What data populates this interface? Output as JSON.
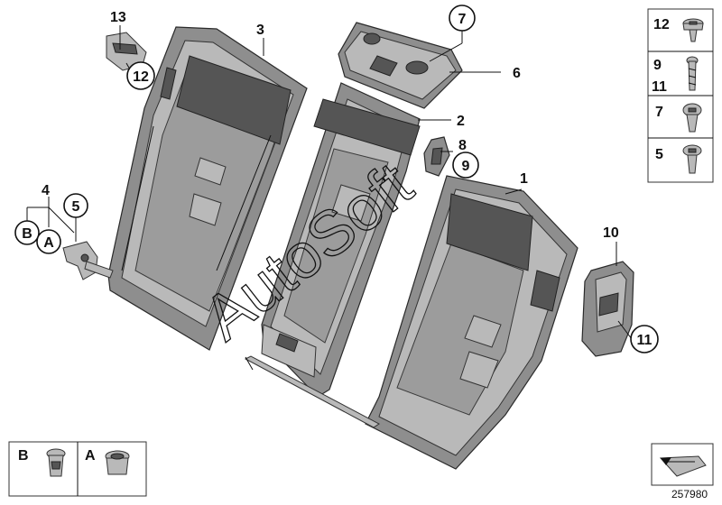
{
  "callouts": {
    "c1": "1",
    "c2": "2",
    "c3": "3",
    "c4": "4",
    "c5": "5",
    "c6": "6",
    "c7": "7",
    "c8": "8",
    "c9": "9",
    "c10": "10",
    "c11": "11",
    "c12": "12",
    "c13": "13",
    "cA": "A",
    "cB": "B"
  },
  "legend_right": [
    {
      "num": "12"
    },
    {
      "num": "9",
      "num2": "11"
    },
    {
      "num": "7"
    },
    {
      "num": "5"
    }
  ],
  "legend_bottom": [
    {
      "letter": "B"
    },
    {
      "letter": "A"
    }
  ],
  "watermark": "AutoSoft",
  "diagram_number": "257980"
}
